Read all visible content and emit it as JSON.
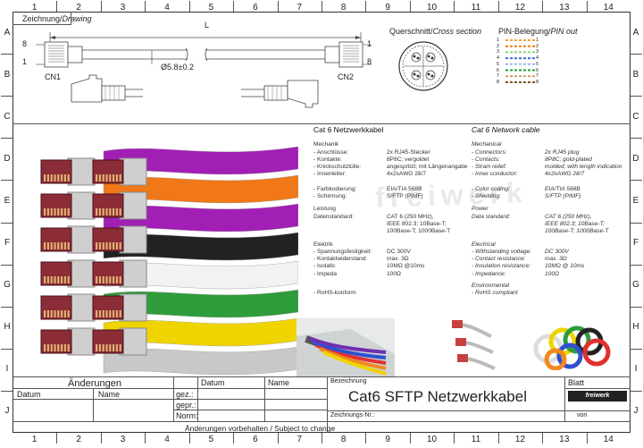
{
  "columns": [
    "1",
    "2",
    "3",
    "4",
    "5",
    "6",
    "7",
    "8",
    "9",
    "10",
    "11",
    "12",
    "13",
    "14"
  ],
  "rows": [
    "A",
    "B",
    "C",
    "D",
    "E",
    "F",
    "G",
    "H",
    "I",
    "J"
  ],
  "drawing": {
    "title": "Zeichnung/",
    "title_italic": "Drawing",
    "length_label": "L",
    "diameter": "Ø5.8±0.2",
    "pin_8": "8",
    "pin_1": "1",
    "cn1": "CN1",
    "cn2": "CN2"
  },
  "cross_section": {
    "label": "Querschnitt/",
    "label_italic": "Cross section"
  },
  "pinout": {
    "label": "PIN-Belegung/",
    "label_italic": "PIN out",
    "left_pins": [
      "1",
      "2",
      "3",
      "4",
      "5",
      "6",
      "7",
      "8"
    ],
    "right_pins": [
      "1",
      "2",
      "3",
      "4",
      "5",
      "6",
      "7",
      "8"
    ],
    "wire_colors": [
      "#f5a040",
      "#f07a10",
      "#8fd17a",
      "#3a6fd8",
      "#9fb8f0",
      "#1fa030",
      "#c9a070",
      "#7a4b1e"
    ]
  },
  "specs_de": {
    "heading": "Cat 6 Netzwerkkabel",
    "mech_heading": "Mechanik",
    "mech": [
      [
        "- Anschlüsse:",
        "2x RJ45-Stecker"
      ],
      [
        "- Kontakte:",
        "8P8C; vergoldet"
      ],
      [
        "- Knickschutztülle:",
        "angespritzt; mit Längenangabe"
      ],
      [
        "- Innenleiter:",
        "4x2xAWG 28/7"
      ]
    ],
    "mech2": [
      [
        "- Farbkodierung:",
        "EIA/TIA 568B"
      ],
      [
        "- Schirmung:",
        "S/FTP (PIMF)"
      ]
    ],
    "power_heading": "Leistung",
    "power": [
      [
        "Datenstandard:",
        "CAT 6 (250 MHz),"
      ],
      [
        "",
        "IEEE 802.3; 10Base-T;"
      ],
      [
        "",
        "100Base-T; 1000Base-T"
      ]
    ],
    "elec_heading": "Elektrik",
    "elec": [
      [
        "- Spannungsfestigkeit:",
        "DC 300V"
      ],
      [
        "- Kontaktwiderstand:",
        "max. 3Ω"
      ],
      [
        "- Isolatic",
        "10MΩ @10ms"
      ],
      [
        "- Impeda",
        "100Ω"
      ]
    ],
    "rohs": "- RoHS-konform"
  },
  "specs_en": {
    "heading": "Cat 6 Network cable",
    "mech_heading": "Mechanical",
    "mech": [
      [
        "- Connectors:",
        "2x RJ45 plug"
      ],
      [
        "- Contacts:",
        "8P8C; gold-plated"
      ],
      [
        "- Strain relief:",
        "molded; with length indication"
      ],
      [
        "- Inner conductor:",
        "4x2xAWG 28/7"
      ]
    ],
    "mech2": [
      [
        "- Color coding:",
        "EIA/TIA 568B"
      ],
      [
        "- Shielding:",
        "S/FTP (PIMF)"
      ]
    ],
    "power_heading": "Power",
    "power": [
      [
        "Data standard:",
        "CAT 6 (250 MHz),"
      ],
      [
        "",
        "IEEE 802.3; 10Base-T;"
      ],
      [
        "",
        "100Base-T; 1000Base-T"
      ]
    ],
    "elec_heading": "Electrical",
    "elec": [
      [
        "- Withstanding voltage:",
        "DC 300V"
      ],
      [
        "- Contact resistance:",
        "max. 3Ω"
      ],
      [
        "- Insulation resistance:",
        "10MΩ @ 10ms"
      ],
      [
        "- Impedance:",
        "100Ω"
      ]
    ],
    "env_heading": "Environmental",
    "rohs": "- RoHS compliant"
  },
  "watermark": "freiwerk",
  "title_block": {
    "changes": "Änderungen",
    "datum": "Datum",
    "name": "Name",
    "datum2": "Datum",
    "name2": "Name",
    "gez": "gez.:",
    "gepr": "gepr.:",
    "norm": "Norm:",
    "bezeichnung": "Bezeichnung",
    "title": "Cat6 SFTP Netzwerkkabel",
    "blatt": "Blatt",
    "zeichnungs_nr": "Zeichnungs-Nr.:",
    "von": "von",
    "footer": "Änderungen vorbehalten / Subject to change",
    "logo": "freiwerk"
  },
  "cable_colors": [
    "#a21fb5",
    "#f07818",
    "#a21fb5",
    "#222222",
    "#f2f2f2",
    "#2e9c3a",
    "#f0d400",
    "#c8c8c8"
  ]
}
